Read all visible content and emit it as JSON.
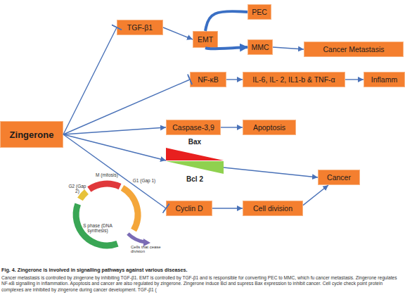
{
  "diagram": {
    "caption": "Fig. 4. Zingerone is involved in signalling pathways against various diseases.",
    "nodes": [
      {
        "text": [
          "TGF-β1"
        ]
      },
      {
        "text": [
          "EMT"
        ]
      },
      {
        "text": [
          "PEC"
        ]
      },
      {
        "text": [
          "MMC"
        ]
      },
      {
        "text": [
          "Cancer Metastasis"
        ]
      },
      {
        "text": [
          "NF-κB"
        ]
      },
      {
        "text": [
          "IL-6, IL- 2, IL1-b & TNF-α"
        ]
      },
      {
        "text": [
          "Inflamm"
        ]
      },
      {
        "text": [
          "Zingerone"
        ]
      },
      {
        "text": [
          "Caspase-3,9"
        ]
      },
      {
        "text": [
          "Apoptosis"
        ]
      },
      {
        "text": [
          "Bax"
        ]
      },
      {
        "text": [
          "Bcl 2"
        ]
      },
      {
        "text": [
          "Cancer"
        ]
      },
      {
        "text": [
          "Cyclin D"
        ]
      },
      {
        "text": [
          "Cell division"
        ]
      }
    ],
    "edges": [
      {
        "from": 8,
        "to": 0,
        "arrow": "to"
      },
      {
        "from": 0,
        "to": 1,
        "arrow": "to"
      },
      {
        "from": 1,
        "to": 2,
        "arrow": "none"
      },
      {
        "from": 1,
        "to": 3,
        "arrow": "to"
      },
      {
        "from": 3,
        "to": 4,
        "arrow": "to"
      },
      {
        "from": 8,
        "to": 5,
        "arrow": "to"
      },
      {
        "from": 5,
        "to": 6,
        "arrow": "to"
      },
      {
        "from": 6,
        "to": 7,
        "arrow": "to"
      },
      {
        "from": 8,
        "to": 9,
        "arrow": "to"
      },
      {
        "from": 9,
        "to": 10,
        "arrow": "to"
      },
      {
        "from": 8,
        "to": 11,
        "arrow": "to"
      },
      {
        "from": 12,
        "to": 13,
        "arrow": "to"
      },
      {
        "from": 8,
        "to": 14,
        "arrow": "to"
      },
      {
        "from": 14,
        "to": 15,
        "arrow": "to"
      },
      {
        "from": 15,
        "to": 13,
        "arrow": "to"
      }
    ],
    "labels": [
      "M (mitosis)",
      "G1 (Gap 1)",
      "G2 (Gap 2)",
      "S phase (DNA synthesis)",
      "Cells that cease division",
      "Cancer metastasis is controlled by zingerone by inhibiting TGF-β1. EMT is controlled by TGF-β1 and is responsible for converting PEC to MMC, which fu cancer metastasis. Zingerone regulates NF-κB signalling in inflammation. Apoptosis and cancer are also regulated by zingerone. Zingerone induce Bcl and supress Bax expression to inhibit cancer. Cell cycle check point protein complexes are inhibited by zingerone during cancer development. TGF-β1 ("
    ]
  }
}
